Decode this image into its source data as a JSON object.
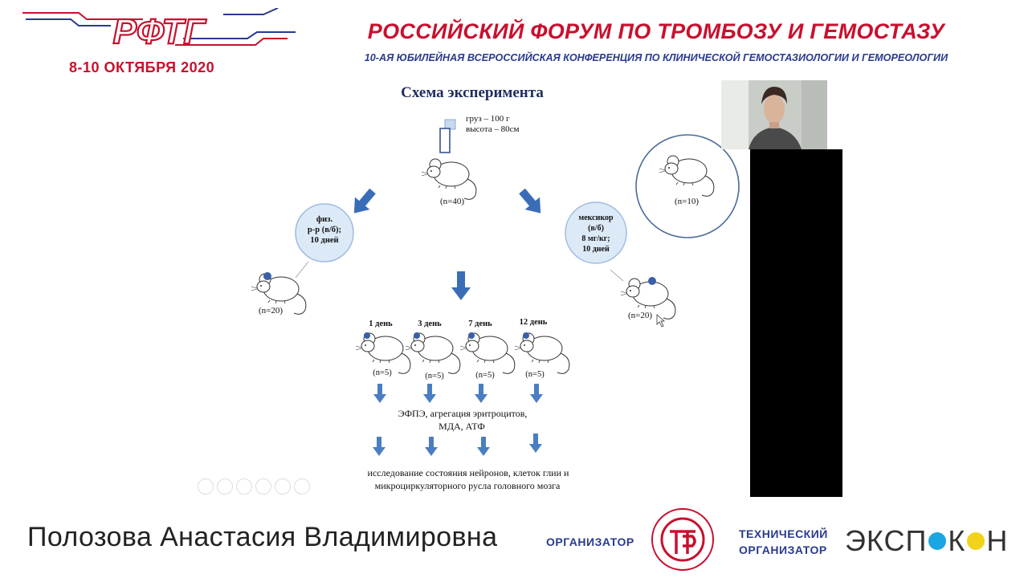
{
  "header": {
    "logo_text": "РФТГ",
    "dates": "8-10 ОКТЯБРЯ 2020",
    "title": "РОССИЙСКИЙ ФОРУМ  ПО ТРОМБОЗУ И ГЕМОСТАЗУ",
    "subtitle": "10-АЯ ЮБИЛЕЙНАЯ ВСЕРОССИЙСКАЯ КОНФЕРЕНЦИЯ ПО КЛИНИЧЕСКОЙ ГЕМОСТАЗИОЛОГИИ И ГЕМОРЕОЛОГИИ"
  },
  "slide": {
    "title": "Схема эксперимента",
    "weight_line1": "груз – 100 г",
    "weight_line2": "высота – 80см",
    "main_group": "(n=40)",
    "control_group": "(n=10)",
    "left_circle": [
      "физ.",
      "р-р (в/б);",
      "10 дней"
    ],
    "left_group": "(n=20)",
    "right_circle": [
      "мексикор",
      "(в/б)",
      "8 мг/кг;",
      "10 дней"
    ],
    "right_group": "(n=20)",
    "days": [
      {
        "label": "1 день",
        "n": "(n=5)"
      },
      {
        "label": "3 день",
        "n": "(n=5)"
      },
      {
        "label": "7 день",
        "n": "(n=5)"
      },
      {
        "label": "12 день",
        "n": "(n=5)"
      }
    ],
    "methods_line1": "ЭФПЭ, агрегация эритроцитов,",
    "methods_line2": "МДА, АТФ",
    "study_line1": "исследование состояния нейронов, клеток глии и",
    "study_line2": "микроциркуляторного русла головного мозга"
  },
  "footer": {
    "speaker": "Полозова Анастасия Владимировна",
    "organizer_label": "ОРГАНИЗАТОР",
    "tech_line1": "ТЕХНИЧЕСКИЙ",
    "tech_line2": "ОРГАНИЗАТОР",
    "expocon_a": "ЭКСП",
    "expocon_b": "К",
    "expocon_c": "Н"
  },
  "colors": {
    "brand_red": "#c8102e",
    "brand_blue": "#2a3a8f",
    "arrow_blue": "#4a7ec2",
    "circle_fill": "#dce9f7"
  },
  "icons": [
    "rat-icon",
    "weight-icon",
    "arrow-down-icon",
    "slide-nav-icons"
  ]
}
